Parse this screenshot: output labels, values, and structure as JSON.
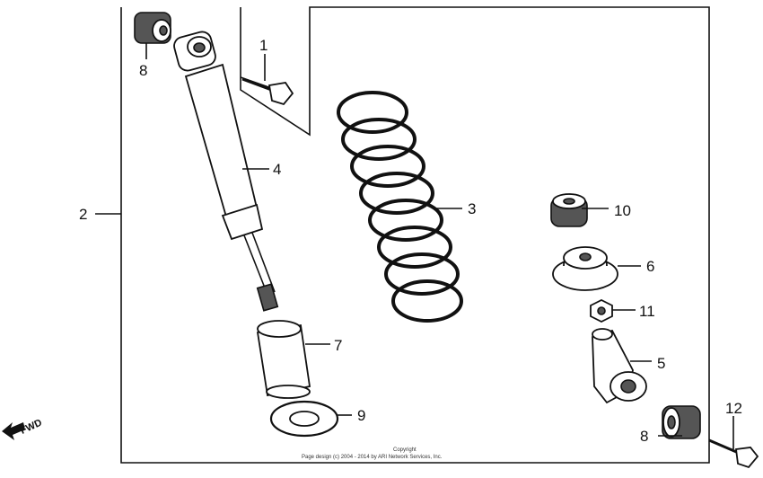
{
  "callouts": [
    {
      "id": "c1",
      "label": "1"
    },
    {
      "id": "c2",
      "label": "2"
    },
    {
      "id": "c3",
      "label": "3"
    },
    {
      "id": "c4",
      "label": "4"
    },
    {
      "id": "c5",
      "label": "5"
    },
    {
      "id": "c6",
      "label": "6"
    },
    {
      "id": "c7",
      "label": "7"
    },
    {
      "id": "c8a",
      "label": "8"
    },
    {
      "id": "c8b",
      "label": "8"
    },
    {
      "id": "c9",
      "label": "9"
    },
    {
      "id": "c10",
      "label": "10"
    },
    {
      "id": "c11",
      "label": "11"
    },
    {
      "id": "c12",
      "label": "12"
    }
  ],
  "fwd_label": "FWD",
  "copyright": {
    "line1": "Copyright",
    "line2": "Page design (c) 2004 - 2014 by ARI Network Services, Inc."
  }
}
